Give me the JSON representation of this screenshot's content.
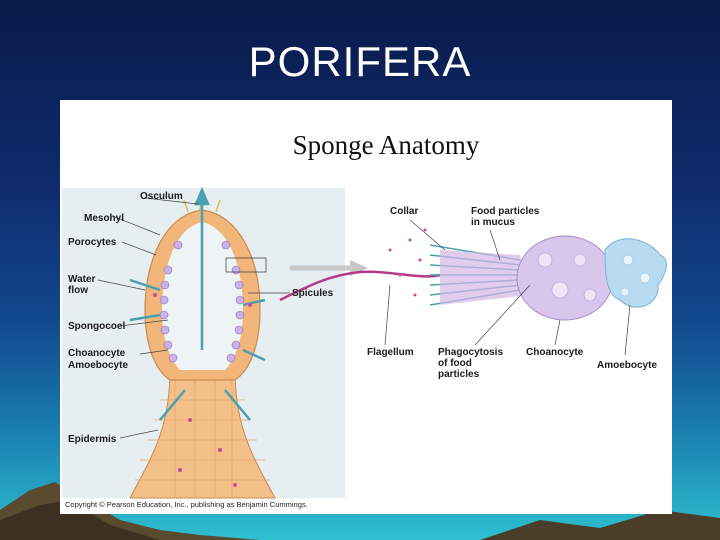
{
  "slide": {
    "title": "PORIFERA"
  },
  "figure": {
    "heading": "Sponge Anatomy",
    "labels": {
      "osculum": "Osculum",
      "mesohyl": "Mesohyl",
      "porocytes": "Porocytes",
      "water_flow": "Water\nflow",
      "spongocoel": "Spongocoel",
      "choanocyte_left": "Choanocyte",
      "amoebocyte_left": "Amoebocyte",
      "epidermis": "Epidermis",
      "spicules": "Spicules",
      "collar": "Collar",
      "food_particles": "Food particles\nin mucus",
      "flagellum": "Flagellum",
      "phagocytosis": "Phagocytosis\nof food\nparticles",
      "choanocyte_right": "Choanocyte",
      "amoebocyte_right": "Amoebocyte"
    },
    "copyright": "Copyright © Pearson Education, Inc., publishing as Benjamin Cummings."
  },
  "colors": {
    "background_top": "#0a1a4a",
    "background_bottom": "#2ec0d0",
    "sponge_body": "#f2b57a",
    "choanocyte_cell": "#d9c6ec",
    "amoebocyte_cell": "#b7dcf2",
    "arrow": "#4a9fb0"
  }
}
